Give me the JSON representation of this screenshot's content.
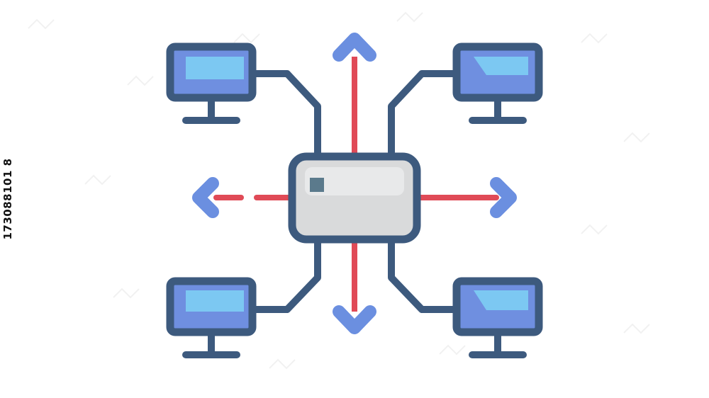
{
  "image_id_text": "173088101 8",
  "diagram": {
    "description_items": {
      "hub": "network-hub",
      "computers": [
        "computer-top-left",
        "computer-top-right",
        "computer-bottom-left",
        "computer-bottom-right"
      ],
      "arrows": [
        "up",
        "down",
        "left",
        "right"
      ]
    }
  },
  "colors": {
    "outline": "#3d5a7e",
    "screen_blue": "#6f8fe0",
    "screen_light": "#7cc8f2",
    "hub_fill": "#d9dadb",
    "hub_highlight": "#e9eaeb",
    "hub_indicator": "#5b7a8c",
    "arrow_line": "#e04a57",
    "arrow_head": "#6b8fe0",
    "watermark": "#e8e8e8"
  }
}
